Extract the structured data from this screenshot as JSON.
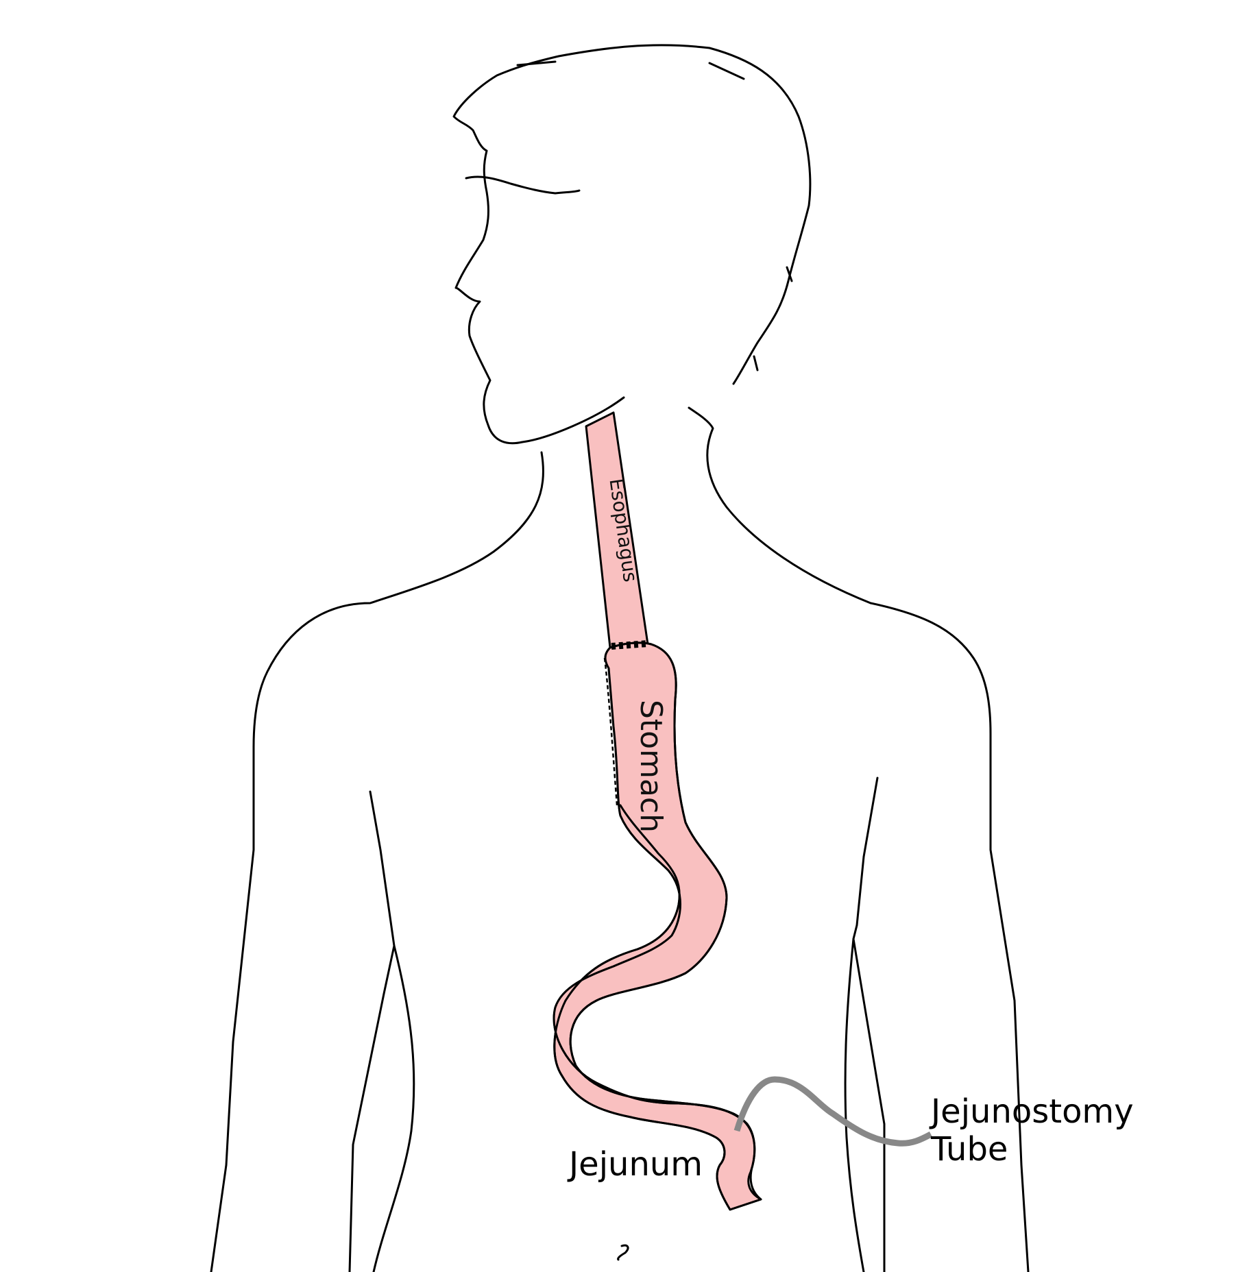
{
  "labels": {
    "esophagus": "Esophagus",
    "stomach": "Stomach",
    "jejunum": "Jejunum",
    "tube_line1": "Jejunostomy",
    "tube_line2": "Tube"
  },
  "colors": {
    "organ_fill": "#f9c0c0",
    "outline": "#000000",
    "tube": "#888888",
    "background": "#ffffff"
  }
}
